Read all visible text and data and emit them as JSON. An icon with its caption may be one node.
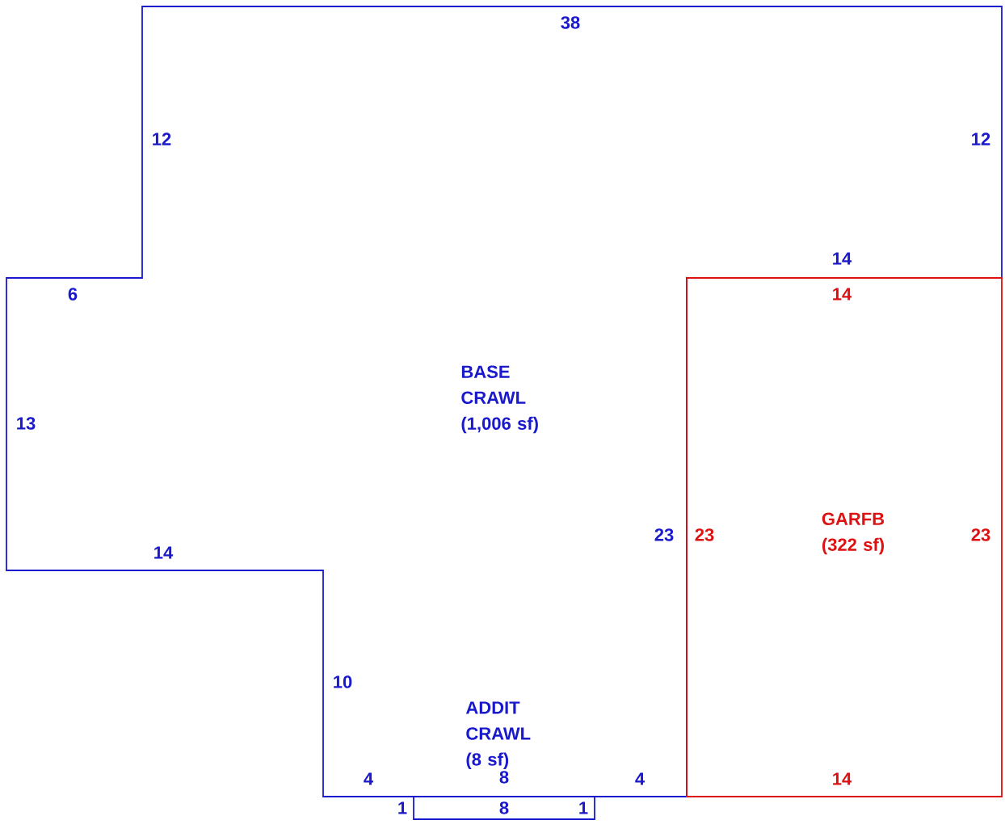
{
  "diagram": {
    "nodes": [
      {
        "text": [
          "BASE CRAWL (1,006 sf)"
        ]
      },
      {
        "text": [
          "GARFB (322 sf)"
        ]
      },
      {
        "text": [
          "ADDIT CRAWL (8 sf)"
        ]
      }
    ],
    "labels": [
      "38",
      "12",
      "12",
      "14",
      "6",
      "14",
      "13",
      "23",
      "23",
      "23",
      "14",
      "10",
      "4",
      "8",
      "4",
      "1",
      "8",
      "1",
      "14"
    ]
  }
}
